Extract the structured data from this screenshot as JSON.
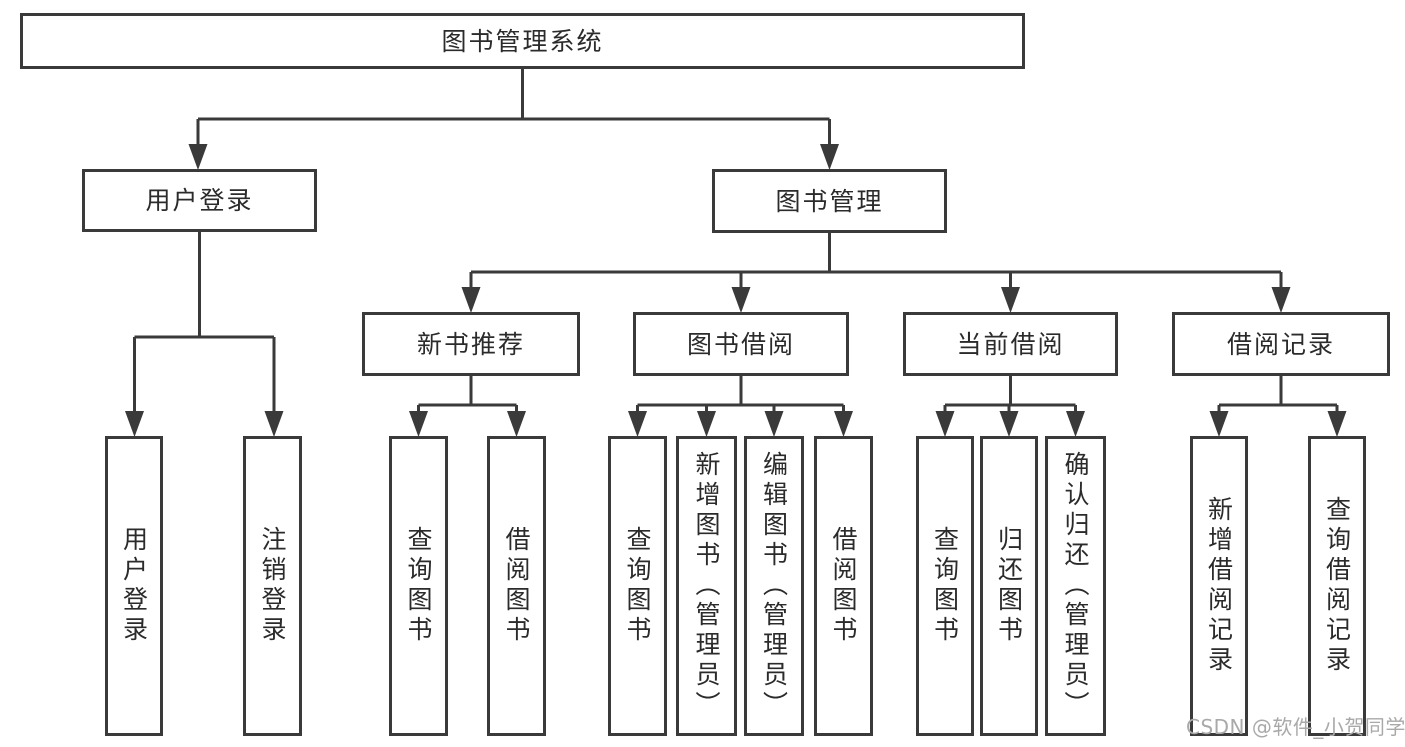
{
  "diagram": {
    "type": "hierarchy-tree",
    "root": {
      "label": "图书管理系统",
      "children": [
        {
          "label": "用户登录",
          "children": [
            {
              "label": "用户登录"
            },
            {
              "label": "注销登录"
            }
          ]
        },
        {
          "label": "图书管理",
          "children": [
            {
              "label": "新书推荐",
              "children": [
                {
                  "label": "查询图书"
                },
                {
                  "label": "借阅图书"
                }
              ]
            },
            {
              "label": "图书借阅",
              "children": [
                {
                  "label": "查询图书"
                },
                {
                  "label": "新增图书（管理员）"
                },
                {
                  "label": "编辑图书（管理员）"
                },
                {
                  "label": "借阅图书"
                }
              ]
            },
            {
              "label": "当前借阅",
              "children": [
                {
                  "label": "查询图书"
                },
                {
                  "label": "归还图书"
                },
                {
                  "label": "确认归还（管理员）"
                }
              ]
            },
            {
              "label": "借阅记录",
              "children": [
                {
                  "label": "新增借阅记录"
                },
                {
                  "label": "查询借阅记录"
                }
              ]
            }
          ]
        }
      ]
    }
  },
  "watermark": {
    "text": "CSDN @软件_小贺同学"
  },
  "colors": {
    "line": "#3a3a3a",
    "text": "#2b2b2b",
    "watermark": "#a9a9a9"
  }
}
